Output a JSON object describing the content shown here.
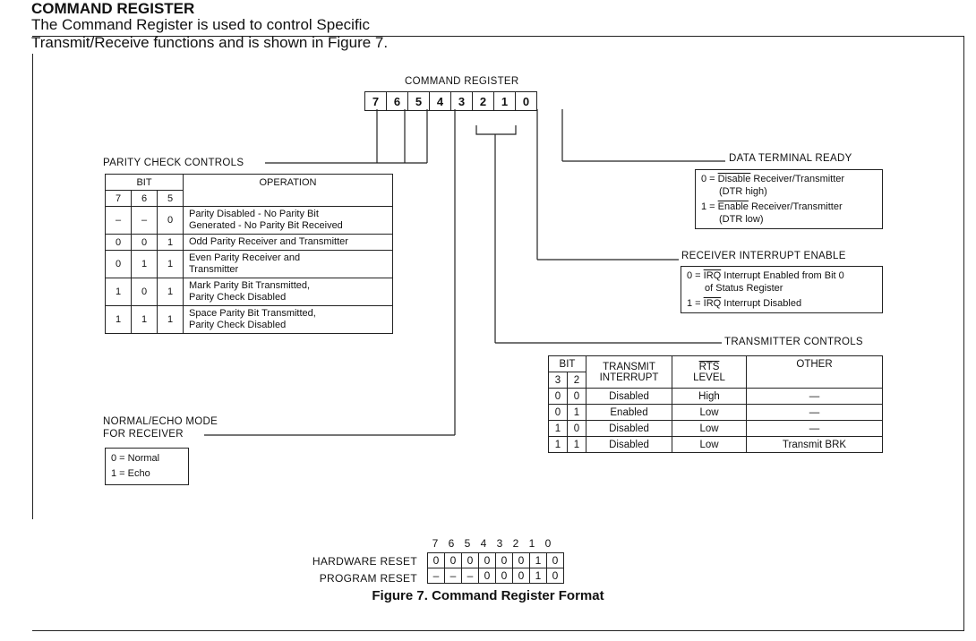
{
  "heading": "COMMAND REGISTER",
  "intro_line1": "The Command Register is used to control Specific",
  "intro_line2": "Transmit/Receive functions and is shown in Figure 7.",
  "register": {
    "title": "COMMAND REGISTER",
    "bits": [
      "7",
      "6",
      "5",
      "4",
      "3",
      "2",
      "1",
      "0"
    ]
  },
  "parity": {
    "label": "PARITY CHECK CONTROLS",
    "bit_header": "BIT",
    "operation_header": "OPERATION",
    "bit_cols": [
      "7",
      "6",
      "5"
    ],
    "rows": [
      {
        "b7": "–",
        "b6": "–",
        "b5": "0",
        "op1": "Parity Disabled - No Parity Bit",
        "op2": "Generated - No Parity Bit Received"
      },
      {
        "b7": "0",
        "b6": "0",
        "b5": "1",
        "op1": "Odd Parity Receiver and Transmitter",
        "op2": ""
      },
      {
        "b7": "0",
        "b6": "1",
        "b5": "1",
        "op1": "Even Parity Receiver and",
        "op2": "Transmitter"
      },
      {
        "b7": "1",
        "b6": "0",
        "b5": "1",
        "op1": "Mark Parity Bit Transmitted,",
        "op2": "Parity Check Disabled"
      },
      {
        "b7": "1",
        "b6": "1",
        "b5": "1",
        "op1": "Space Parity Bit Transmitted,",
        "op2": "Parity Check Disabled"
      }
    ]
  },
  "echo": {
    "label1": "NORMAL/ECHO MODE",
    "label2": "FOR RECEIVER",
    "opt0": "0 = Normal",
    "opt1": "1 = Echo"
  },
  "dtr": {
    "label": "DATA TERMINAL READY",
    "l1_pre": "0 = ",
    "l1_word": "Disable",
    "l1_post": " Receiver/Transmitter",
    "l2": "(DTR high)",
    "l3_pre": "1 = ",
    "l3_word": "Enable",
    "l3_post": " Receiver/Transmitter",
    "l4": "(DTR low)"
  },
  "rie": {
    "label": "RECEIVER INTERRUPT ENABLE",
    "l1_pre": "0 = ",
    "l1_irq": "IRQ",
    "l1_post": " Interrupt Enabled from Bit 0",
    "l2": "of Status Register",
    "l3_pre": "1 = ",
    "l3_irq": "IRQ",
    "l3_post": " Interrupt Disabled"
  },
  "tx": {
    "label": "TRANSMITTER CONTROLS",
    "bit_header": "BIT",
    "bit_cols": [
      "3",
      "2"
    ],
    "h_transmit1": "TRANSMIT",
    "h_transmit2": "INTERRUPT",
    "h_rts1": "RTS",
    "h_rts2": "LEVEL",
    "h_other": "OTHER",
    "rows": [
      {
        "b3": "0",
        "b2": "0",
        "interrupt": "Disabled",
        "rts": "High",
        "other": "—"
      },
      {
        "b3": "0",
        "b2": "1",
        "interrupt": "Enabled",
        "rts": "Low",
        "other": "—"
      },
      {
        "b3": "1",
        "b2": "0",
        "interrupt": "Disabled",
        "rts": "Low",
        "other": "—"
      },
      {
        "b3": "1",
        "b2": "1",
        "interrupt": "Disabled",
        "rts": "Low",
        "other": "Transmit BRK"
      }
    ]
  },
  "resets": {
    "bit_cols": [
      "7",
      "6",
      "5",
      "4",
      "3",
      "2",
      "1",
      "0"
    ],
    "hardware_label": "HARDWARE RESET",
    "hardware": [
      "0",
      "0",
      "0",
      "0",
      "0",
      "0",
      "1",
      "0"
    ],
    "program_label": "PROGRAM RESET",
    "program": [
      "–",
      "–",
      "–",
      "0",
      "0",
      "0",
      "1",
      "0"
    ]
  },
  "caption": "Figure 7.  Command Register Format"
}
